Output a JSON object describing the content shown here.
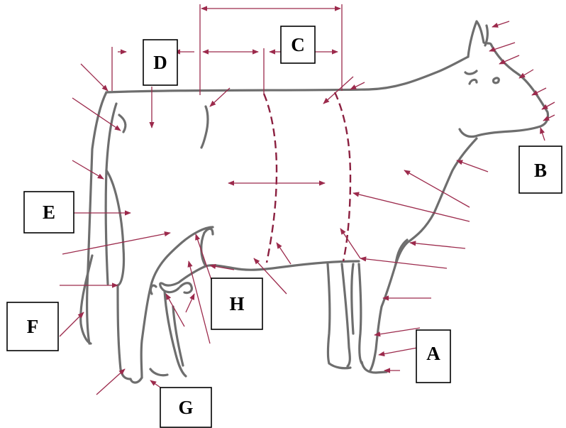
{
  "labels": {
    "A": "A",
    "B": "B",
    "C": "C",
    "D": "D",
    "E": "E",
    "F": "F",
    "G": "G",
    "H": "H"
  },
  "colors": {
    "outline": "#6e6e6e",
    "arrow": "#9c2a4c",
    "dash": "#8b2040",
    "box_border": "#000000",
    "background": "#ffffff"
  }
}
